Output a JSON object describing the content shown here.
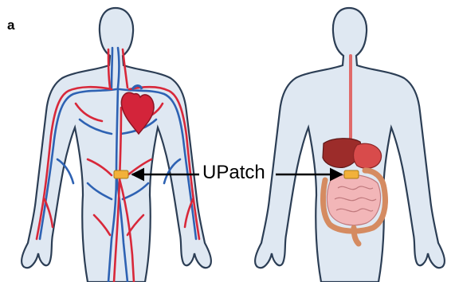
{
  "panel_label": "a",
  "callout_label": "UPatch",
  "colors": {
    "body_fill": "#dfe8f2",
    "body_outline": "#2c3e55",
    "artery": "#d8283a",
    "vein": "#2e62b3",
    "heart": "#d3243a",
    "patch": "#f2b13a",
    "liver": "#9c2c2a",
    "stomach": "#d84b4b",
    "intestine": "#f2b6b8",
    "esophagus": "#e06a6a"
  },
  "icons": [
    "circulatory-system-figure",
    "digestive-system-figure",
    "patch-icon",
    "arrow-icon"
  ]
}
